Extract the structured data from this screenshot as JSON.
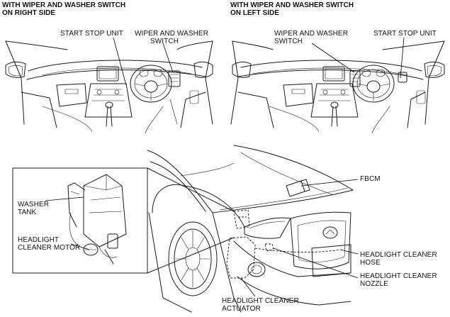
{
  "headers": {
    "right_side": [
      "WITH WIPER AND WASHER SWITCH",
      "ON RIGHT SIDE"
    ],
    "left_side": [
      "WITH WIPER AND WASHER SWITCH",
      "ON LEFT SIDE"
    ]
  },
  "labels": {
    "start_stop_unit_right": "START STOP UNIT",
    "wiper_washer_switch_right": [
      "WIPER AND WASHER",
      "SWITCH"
    ],
    "wiper_washer_switch_left": [
      "WIPER AND WASHER",
      "SWITCH"
    ],
    "start_stop_unit_left": "START STOP UNIT",
    "fbcm": "FBCM",
    "washer_tank": [
      "WASHER",
      "TANK"
    ],
    "headlight_cleaner_motor": [
      "HEADLIGHT",
      "CLEANER MOTOR"
    ],
    "headlight_cleaner_hose": [
      "HEADLIGHT CLEANER",
      "HOSE"
    ],
    "headlight_cleaner_nozzle": [
      "HEADLIGHT CLEANER",
      "NOZZLE"
    ],
    "headlight_cleaner_actuator": [
      "HEADLIGHT CLEANER",
      "ACTUATOR"
    ]
  }
}
